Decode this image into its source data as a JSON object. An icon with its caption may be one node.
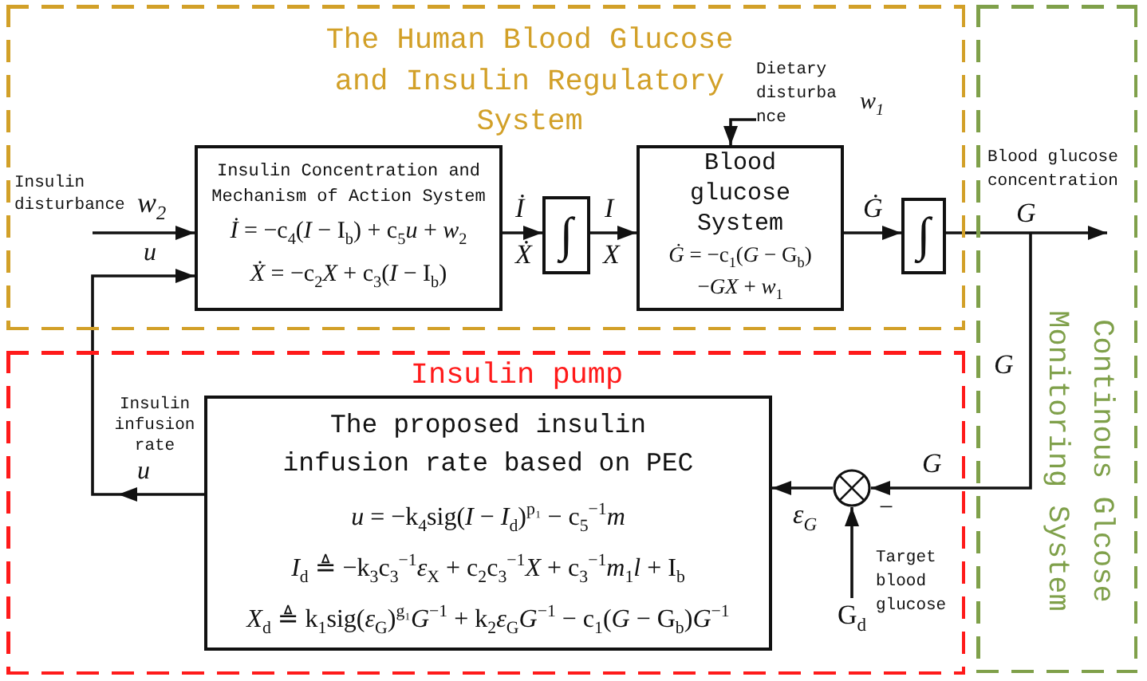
{
  "diagram": {
    "nodes": [
      {
        "text": [
          "The Human Blood Glucose and Insulin Regulatory System"
        ]
      },
      {
        "text": [
          "Insulin Concentration and Mechanism of Action System",
          "*İ* = −c$_{4}$(*I* − I$_{b}$) + c$_{5}$*u* + *w*$_{2}$",
          "*Ẋ* = −c$_{2}$*X* + c$_{3}$(*I* − I$_{b}$)"
        ],
        "in": 0
      },
      {
        "text": [
          "∫"
        ],
        "in": 0
      },
      {
        "text": [
          "Blood glucose System",
          "*Ġ* = −c$_{1}$(*G* − G$_{b}$) −*GX* + *w*$_{1}$"
        ],
        "in": 0
      },
      {
        "text": [
          "∫"
        ],
        "in": 0
      },
      {
        "text": [
          "Dietary disturba nce"
        ],
        "in": 0
      },
      {
        "text": [
          "Continous Glcose Monitoring System"
        ]
      },
      {
        "text": [
          "Insulin pump"
        ]
      },
      {
        "text": [
          "The proposed insulin infusion rate based on PEC",
          "*u* = −k$_{4}$sig(*I* − *I*$_{d}$)$^{p₁}$ − c$_{5}$$^{−1}$*m*",
          "*I*$_{d}$ ≜ −k$_{3}$c$_{3}$$^{−1}$*ε*$_{X}$ + c$_{2}$c$_{3}$$^{−1}$*X* + c$_{3}$$^{−1}$*m*$_{1}$*l* + I$_{b}$",
          "*X*$_{d}$ ≜ k$_{1}$sig(*ε*$_{G}$)$^{g₁}$*G*$^{−1}$ + k$_{2}$*ε*$_{G}$*G*$^{−1}$ − c$_{1}$(*G* − G$_{b}$)*G*$^{−1}$"
        ],
        "in": 7
      },
      {
        "text": [],
        "shape": "circle",
        "in": 7
      },
      {
        "text": [
          "G$_{d}$"
        ],
        "in": 7,
        "beside": [
          "Target blood glucose"
        ]
      }
    ],
    "edges": [
      {
        "from": null,
        "to": 1,
        "arrow": "to"
      },
      {
        "from": 8,
        "to": 1,
        "arrow": "to"
      },
      {
        "from": 1,
        "to": 2,
        "arrow": "to"
      },
      {
        "from": 2,
        "to": 3,
        "arrow": "to"
      },
      {
        "from": 5,
        "to": 3,
        "arrow": "to"
      },
      {
        "from": 3,
        "to": 4,
        "arrow": "to"
      },
      {
        "from": 4,
        "to": 6,
        "arrow": "to"
      },
      {
        "from": 6,
        "to": 9,
        "arrow": "to"
      },
      {
        "from": 10,
        "to": 9,
        "arrow": "to"
      },
      {
        "from": 9,
        "to": 8,
        "arrow": "to"
      }
    ],
    "labels": [
      "Insulin disturbance",
      "w$_{2}$",
      "u",
      "İ",
      "Ẋ",
      "I",
      "X",
      "w$_{1}$",
      "Ġ",
      "Blood glucose concentration",
      "G",
      "G",
      "Insulin infusion rate",
      "u",
      "G",
      "ε$_{G}$",
      "−"
    ]
  }
}
